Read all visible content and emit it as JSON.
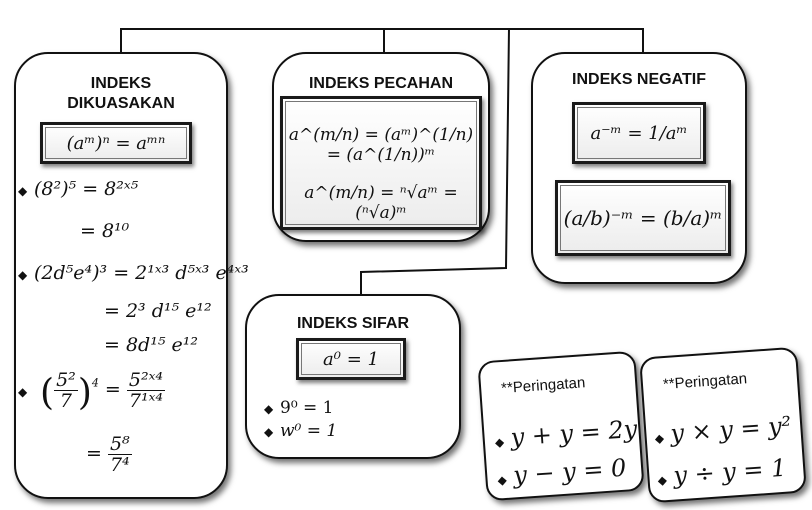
{
  "cards": {
    "dikuasakan": {
      "title_line1": "INDEKS",
      "title_line2": "DIKUASAKAN",
      "rule": "(aᵐ)ⁿ = aᵐⁿ",
      "examples": [
        {
          "lhs": "(8²)⁵",
          "rhs": "= 8²ˣ⁵"
        },
        {
          "rhs": "= 8¹⁰"
        },
        {
          "lhs": "(2d⁵e⁴)³",
          "rhs": "= 2¹ˣ³ d⁵ˣ³ e⁴ˣ³"
        },
        {
          "rhs": "= 2³ d¹⁵ e¹²"
        },
        {
          "rhs": "= 8d¹⁵ e¹²"
        },
        {
          "lhs_num": "5²",
          "lhs_den": "7",
          "lhs_exp": "4",
          "rhs_num": "5²ˣ⁴",
          "rhs_den": "7¹ˣ⁴"
        },
        {
          "rhs_num": "5⁸",
          "rhs_den": "7⁴"
        }
      ]
    },
    "pecahan": {
      "title": "INDEKS PECAHAN",
      "rule1": "a^(m/n) = (aᵐ)^(1/n) = (a^(1/n))ᵐ",
      "rule2": "a^(m/n) = ⁿ√aᵐ = (ⁿ√a)ᵐ"
    },
    "negatif": {
      "title": "INDEKS NEGATIF",
      "rule1": "a⁻ᵐ = 1/aᵐ",
      "rule2": "(a/b)⁻ᵐ = (b/a)ᵐ"
    },
    "sifar": {
      "title": "INDEKS SIFAR",
      "rule": "a⁰ = 1",
      "examples": [
        "9⁰ = 1",
        "w⁰ = 1"
      ]
    }
  },
  "notes": [
    {
      "title": "**Peringatan",
      "lines": [
        "y + y = 2y",
        "y − y = 0"
      ]
    },
    {
      "title": "**Peringatan",
      "lines": [
        "y × y = y²",
        "y ÷ y = 1"
      ]
    }
  ]
}
